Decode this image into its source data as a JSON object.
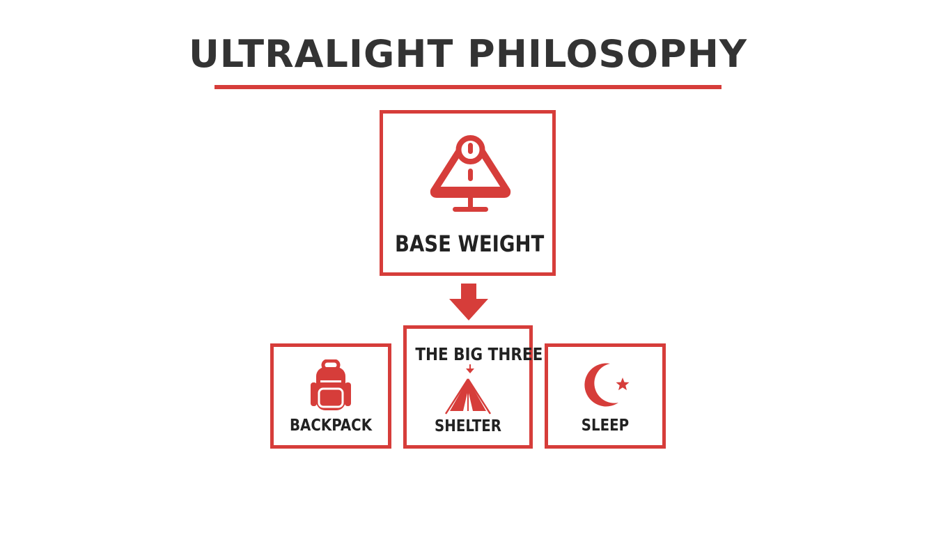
{
  "title": "ULTRALIGHT PHILOSOPHY",
  "accent_color": "#d63d3a",
  "text_color": "#222222",
  "nodes": {
    "main": {
      "label": "BASE WEIGHT",
      "icon": "scale-icon"
    },
    "group": {
      "label": "THE BIG THREE"
    },
    "backpack": {
      "label": "BACKPACK",
      "icon": "backpack-icon"
    },
    "shelter": {
      "label": "SHELTER",
      "icon": "tent-icon"
    },
    "sleep": {
      "label": "SLEEP",
      "icon": "moon-star-icon"
    }
  }
}
